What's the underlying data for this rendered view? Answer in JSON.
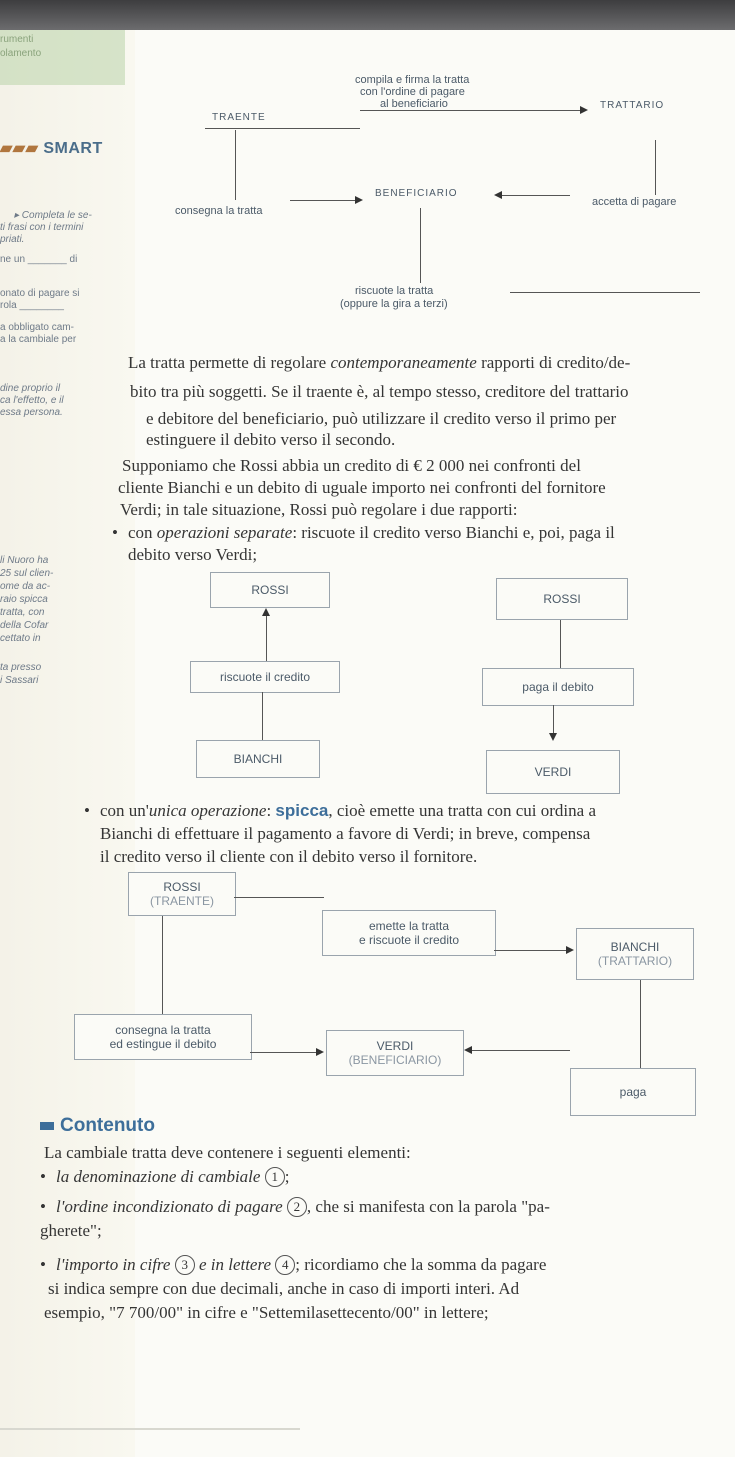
{
  "margin": {
    "header_top_1": "rumenti",
    "header_top_2": "olamento",
    "section_title": "SMART",
    "complete_hint": "▸ Completa le se-",
    "hint_2": "ti frasi con i termini",
    "hint_3": "priati.",
    "fill_1": "ne un _______ di",
    "fill_2": "onato di pagare si",
    "fill_3": "rola ________",
    "fill_4": "a obbligato cam-",
    "fill_5": "a la cambiale per",
    "side_1": "dine proprio il",
    "side_2": "ca l'effetto, e il",
    "side_3": "essa persona.",
    "side_4": "li Nuoro ha",
    "side_5": "25 sul clien-",
    "side_6": "ome da ac-",
    "side_7": "raio spicca",
    "side_8": "tratta, con",
    "side_9": "della Cofar",
    "side_10": "cettato in",
    "side_11": "ta presso",
    "side_12": "i Sassari"
  },
  "diagram1": {
    "traente": "TRAENTE",
    "trattario": "TRATTARIO",
    "beneficiario": "BENEFICIARIO",
    "action_top_1": "compila e firma la tratta",
    "action_top_2": "con l'ordine di pagare",
    "action_top_3": "al beneficiario",
    "consegna": "consegna la tratta",
    "accetta": "accetta di pagare",
    "riscuote_1": "riscuote la tratta",
    "riscuote_2": "(oppure la gira a terzi)"
  },
  "text": {
    "p1_a": "La tratta permette di regolare ",
    "p1_b": "contemporaneamente",
    "p1_c": " rapporti di credito/de-",
    "p1_line2": "bito tra più soggetti. Se il traente è, al tempo stesso, creditore del trattario",
    "p1_line3": "e debitore del beneficiario, può utilizzare il credito verso il primo per",
    "p1_line4": "estinguere il debito verso il secondo.",
    "p2_line1": "Supponiamo che Rossi abbia un credito di € 2 000 nei confronti del",
    "p2_line2": "cliente Bianchi e un debito di uguale importo nei confronti del fornitore",
    "p2_line3": "Verdi; in tale situazione, Rossi può regolare i due rapporti:",
    "b1_a": "con ",
    "b1_b": "operazioni separate",
    "b1_c": ": riscuote il credito verso Bianchi e, poi, paga il",
    "b1_line2": "debito verso Verdi;",
    "b2_a": "con un'",
    "b2_b": "unica operazione",
    "b2_c": ": ",
    "b2_d": "spicca",
    "b2_e": ", cioè emette una tratta con cui ordina a",
    "b2_line2": "Bianchi di effettuare il pagamento a favore di Verdi; in breve, compensa",
    "b2_line3": "il credito verso il cliente con il debito verso il fornitore."
  },
  "diagram2": {
    "rossi_left": "ROSSI",
    "riscuote": "riscuote il credito",
    "bianchi": "BIANCHI",
    "rossi_right": "ROSSI",
    "paga_debito": "paga il debito",
    "verdi": "VERDI"
  },
  "diagram3": {
    "rossi": "ROSSI",
    "rossi_role": "(TRAENTE)",
    "emette_1": "emette la tratta",
    "emette_2": "e riscuote il credito",
    "bianchi": "BIANCHI",
    "bianchi_role": "(TRATTARIO)",
    "consegna_1": "consegna la tratta",
    "consegna_2": "ed estingue il debito",
    "verdi": "VERDI",
    "verdi_role": "(BENEFICIARIO)",
    "paga": "paga"
  },
  "contenuto": {
    "heading": "Contenuto",
    "intro": "La cambiale tratta deve contenere i seguenti elementi:",
    "i1_a": "la denominazione di cambiale",
    "i1_num": "1",
    "i1_end": ";",
    "i2_a": "l'ordine incondizionato di pagare",
    "i2_num": "2",
    "i2_b": ", che si manifesta con la parola \"pa-",
    "i2_line2": "gherete\";",
    "i3_a": "l'importo in cifre",
    "i3_num": "3",
    "i3_b": " e in lettere",
    "i3_num2": "4",
    "i3_c": "; ricordiamo che la somma da pagare",
    "i3_line2": "si indica sempre con due decimali, anche in caso di importi interi. Ad",
    "i3_line3": "esempio, \"7 700/00\" in cifre e \"Settemilasettecento/00\" in lettere;"
  }
}
